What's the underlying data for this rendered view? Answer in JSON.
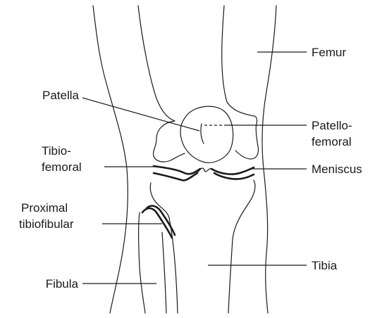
{
  "labels": {
    "femur": "Femur",
    "patella": "Patella",
    "patellofemoral_line1": "Patello-",
    "patellofemoral_line2": "femoral",
    "tibiofemoral_line1": "Tibio-",
    "tibiofemoral_line2": "femoral",
    "meniscus": "Meniscus",
    "proximal_tibiofibular_line1": "Proximal",
    "proximal_tibiofibular_line2": "tibiofibular",
    "tibia": "Tibia",
    "fibula": "Fibula"
  },
  "colors": {
    "line": "#1a1a1a",
    "background": "#ffffff"
  }
}
